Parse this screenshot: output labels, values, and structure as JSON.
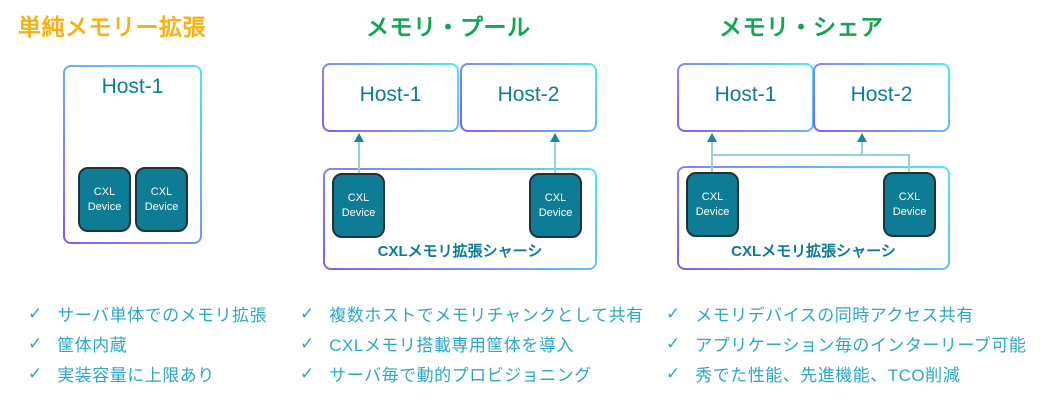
{
  "panels": [
    {
      "title": "単純メモリー拡張",
      "hosts": [
        "Host-1"
      ],
      "bullets": [
        "サーバ単体でのメモリ拡張",
        "筐体内蔵",
        "実装容量に上限あり"
      ]
    },
    {
      "title": "メモリ・プール",
      "hosts": [
        "Host-1",
        "Host-2"
      ],
      "chassis_label": "CXLメモリ拡張シャーシ",
      "bullets": [
        "複数ホストでメモリチャンクとして共有",
        "CXLメモリ搭載専用筐体を導入",
        "サーバ毎で動的プロビジョニング"
      ]
    },
    {
      "title": "メモリ・シェア",
      "hosts": [
        "Host-1",
        "Host-2"
      ],
      "chassis_label": "CXLメモリ拡張シャーシ",
      "bullets": [
        "メモリデバイスの同時アクセス共有",
        "アプリケーション毎のインターリーブ可能",
        "秀でた性能、先進機能、TCO削減"
      ]
    }
  ],
  "device_label": {
    "line1": "CXL",
    "line2": "Device"
  },
  "check_glyph": "✓",
  "colors": {
    "title_orange": "#F8B112",
    "title_green": "#0FA552",
    "host_text": "#0E7C94",
    "device_fill": "#0E7C94",
    "device_border": "#223038",
    "bullet_text": "#2DA7C8",
    "chassis_label_text": "#0B7A93",
    "border_gradient_start": "#7B5FF5",
    "border_gradient_end": "#49E9FD",
    "arrow_head": "#17869E",
    "arrow_line": "#9BCFDD"
  }
}
